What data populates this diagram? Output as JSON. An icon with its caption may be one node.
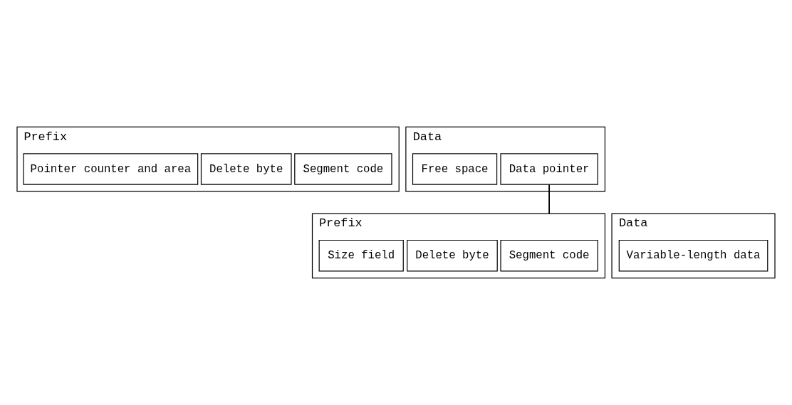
{
  "diagram": {
    "nodes": [
      {
        "text": [
          "Prefix"
        ]
      },
      {
        "text": [
          "Segment code"
        ],
        "in": 0
      },
      {
        "text": [
          "Delete byte"
        ],
        "in": 0
      },
      {
        "text": [
          "Pointer counter and area"
        ],
        "in": 0
      },
      {
        "text": [
          "Data"
        ]
      },
      {
        "text": [
          "Data pointer"
        ],
        "in": 4
      },
      {
        "text": [
          "Free space"
        ],
        "in": 4
      },
      {
        "text": [
          "Prefix"
        ]
      },
      {
        "text": [
          "Segment code"
        ],
        "in": 7
      },
      {
        "text": [
          "Delete byte"
        ],
        "in": 7
      },
      {
        "text": [
          "Size field"
        ],
        "in": 7
      },
      {
        "text": [
          "Data"
        ]
      },
      {
        "text": [
          "Variable-length data"
        ],
        "in": 11
      }
    ],
    "edges": [
      {
        "from": 5,
        "to": 7,
        "arrow": "none"
      }
    ]
  }
}
